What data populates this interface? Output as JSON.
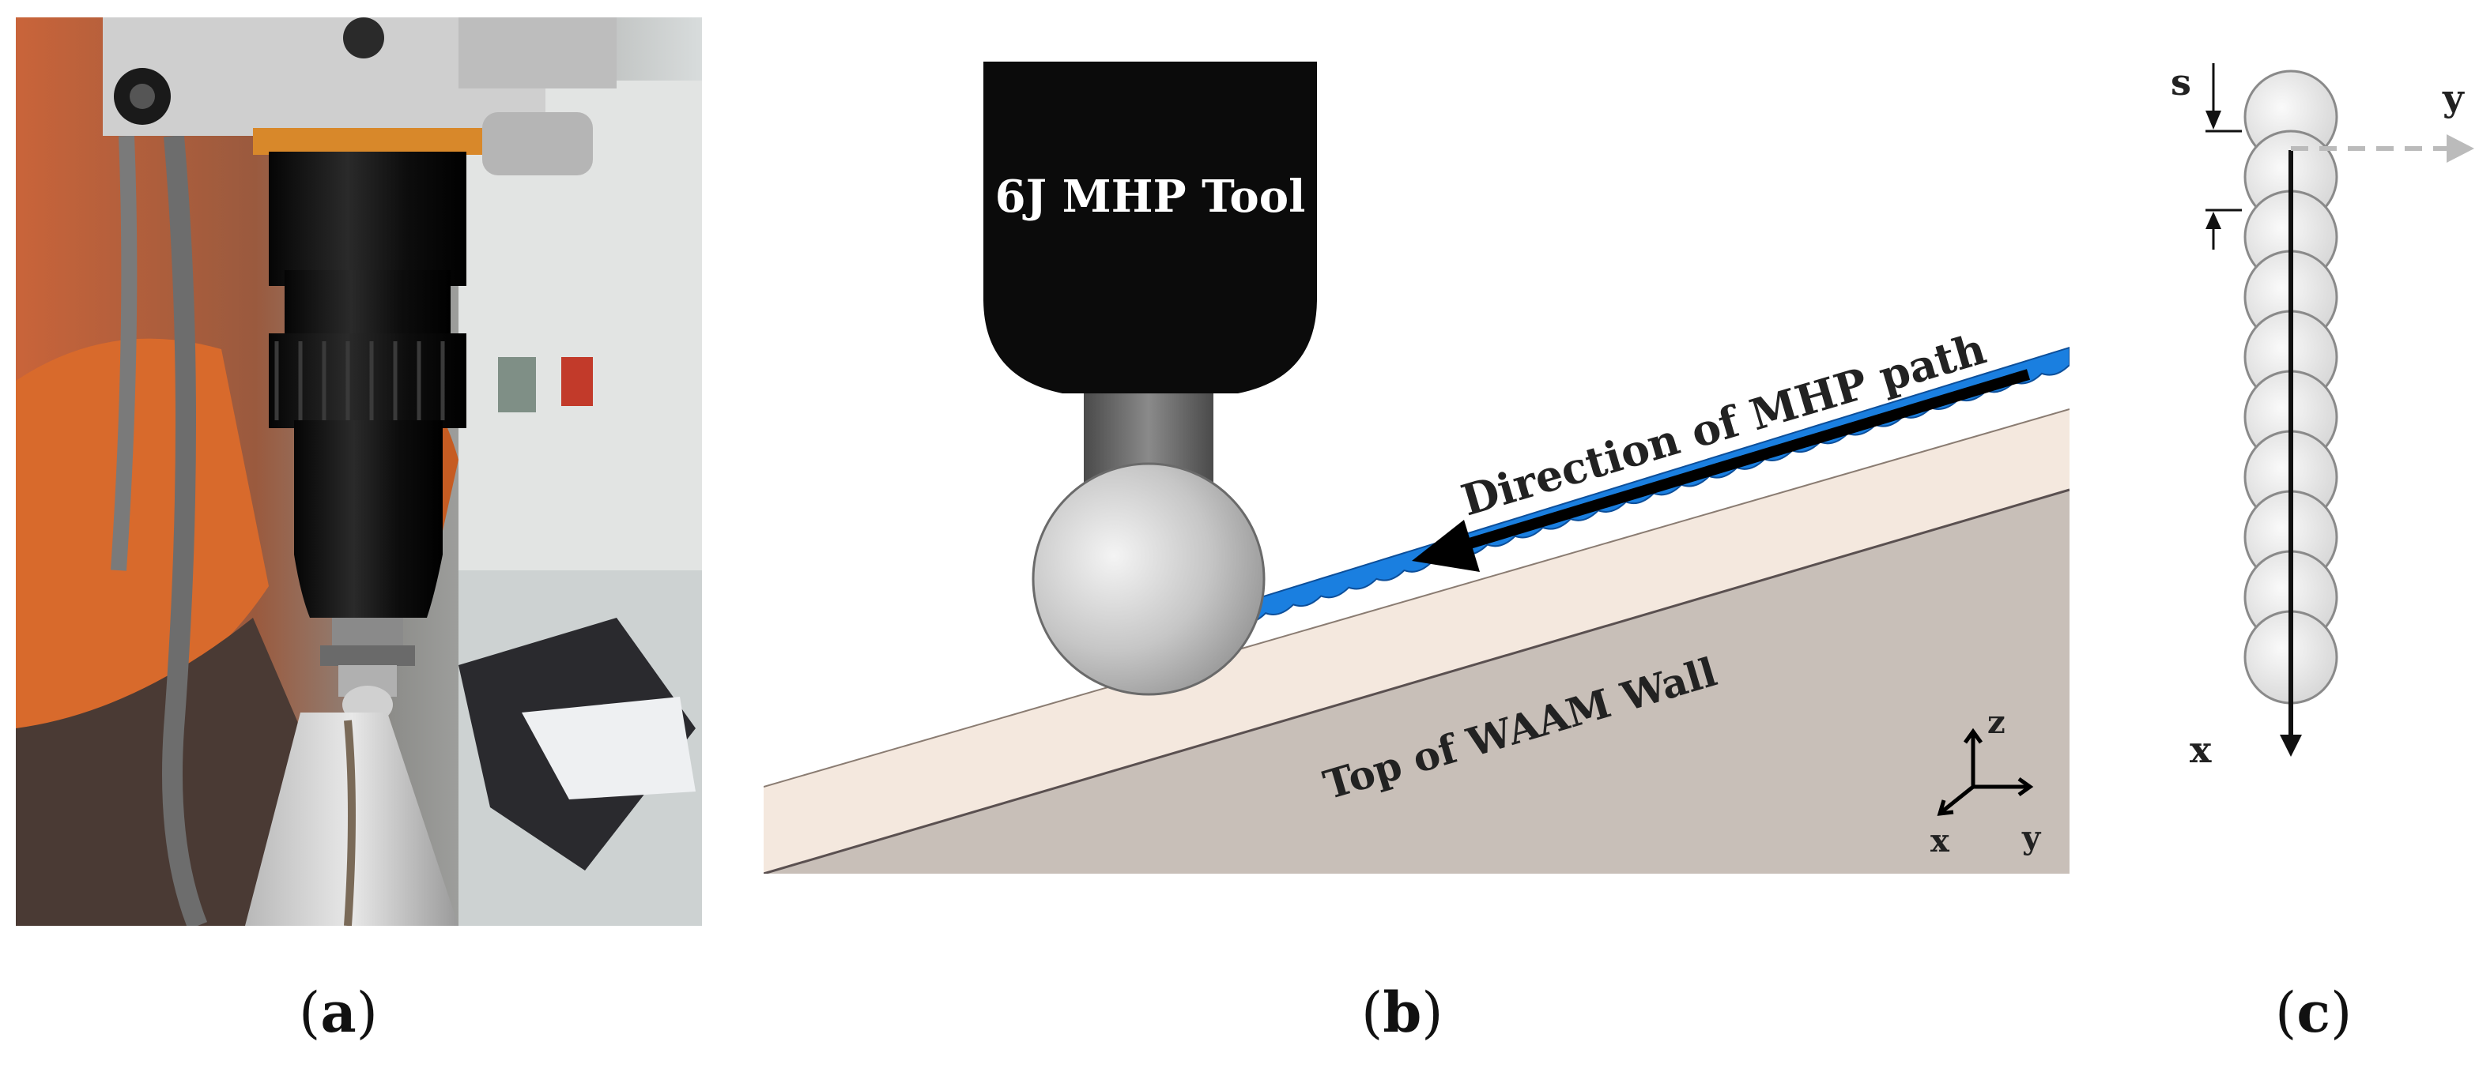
{
  "panel_a": {
    "caption_open": "(",
    "caption_letter": "a",
    "caption_close": ")"
  },
  "panel_b": {
    "tool_label": "6J MHP Tool",
    "direction_label": "Direction of MHP path",
    "wall_label": "Top of WAAM Wall",
    "axis_z": "z",
    "axis_x": "x",
    "axis_y": "y",
    "caption_open": "(",
    "caption_letter": "b",
    "caption_close": ")"
  },
  "panel_c": {
    "step_label": "s",
    "axis_y": "y",
    "axis_x": "x",
    "caption_open": "(",
    "caption_letter": "c",
    "caption_close": ")"
  },
  "colors": {
    "tool_body": "#0b0b0b",
    "ball": "#c8c8c8",
    "wall_top": "#f3e6dc",
    "wall_side": "#c9bfb8",
    "hammer_marks": "#1a7fe0",
    "robot_orange": "#d8672a"
  }
}
